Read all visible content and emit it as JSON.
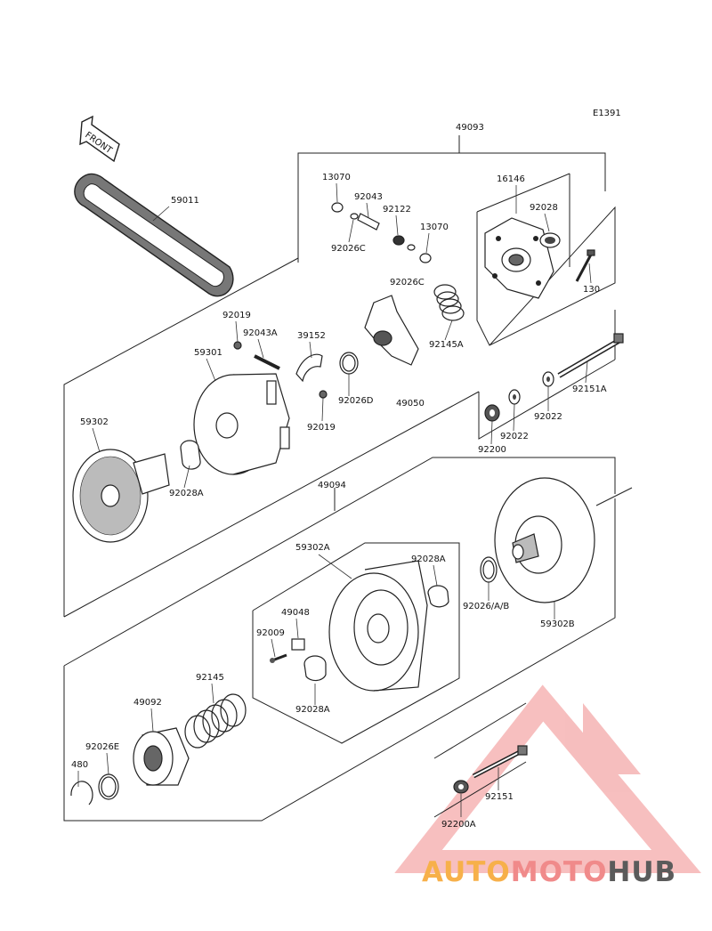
{
  "diagram": {
    "code": "E1391",
    "front_label": "FRONT",
    "parts": {
      "belt": "59011",
      "drive_assy": "49093",
      "driven_assy": "49094",
      "bushing_13070a": "13070",
      "pin_92043": "92043",
      "roller_92122": "92122",
      "bushing_13070b": "13070",
      "washer_92026c_1": "92026C",
      "washer_92026c_2": "92026C",
      "cover_16146": "16146",
      "bushing_92028": "92028",
      "bolt_130": "130",
      "spring_92145a": "92145A",
      "spider_49050": "49050",
      "washer_92026d": "92026D",
      "nut_92019a": "92019",
      "pin_92043a": "92043A",
      "weight_39152": "39152",
      "nut_92019b": "92019",
      "movable_sheave_59301": "59301",
      "fixed_sheave_59302": "59302",
      "bushing_92028a_1": "92028A",
      "bolt_92151a": "92151A",
      "washer_92022a": "92022",
      "washer_92022b": "92022",
      "washer_92200": "92200",
      "sheave_59302a": "59302A",
      "bushing_92028a_2": "92028A",
      "shoe_49048": "49048",
      "screw_92009": "92009",
      "bushing_92028a_3": "92028A",
      "washer_92026ab": "92026/A/B",
      "sheave_59302b": "59302B",
      "spring_92145": "92145",
      "cam_49092": "49092",
      "washer_92026e": "92026E",
      "ring_480": "480",
      "bolt_92151": "92151",
      "washer_92200a": "92200A"
    }
  },
  "watermark": {
    "part1": "AUTO",
    "part2": "MOTO",
    "part3": "HUB"
  },
  "colors": {
    "line": "#222222",
    "watermark_red": "#f08a8a",
    "watermark_orange": "#f7b04a",
    "watermark_gray": "#5b5b5b"
  }
}
